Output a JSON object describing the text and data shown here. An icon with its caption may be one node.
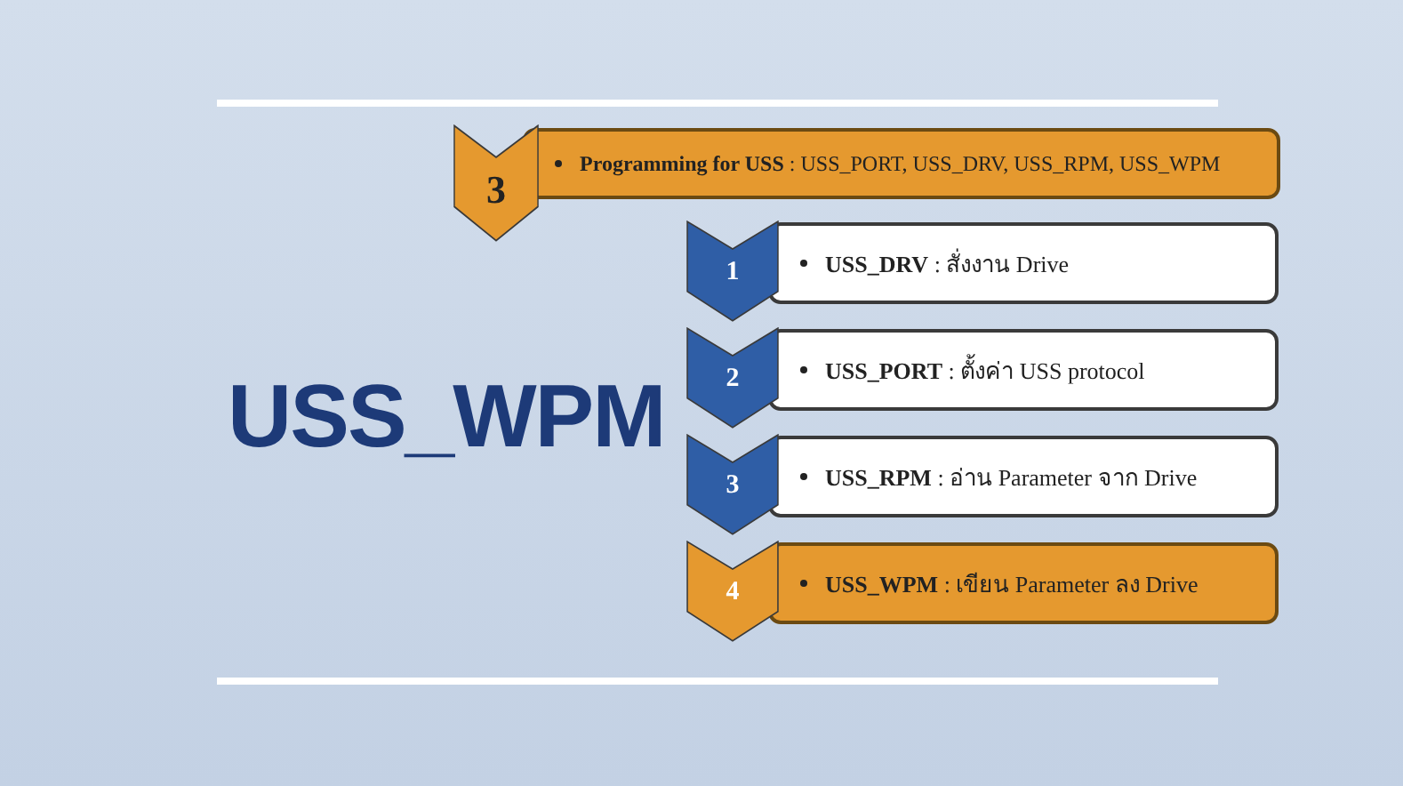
{
  "diagram": {
    "title": "USS_WPM",
    "nodes": [
      {
        "text": [
          "3"
        ]
      },
      {
        "text": [
          "**Programming for USS** : USS_PORT, USS_DRV, USS_RPM, USS_WPM"
        ]
      },
      {
        "text": [
          "1"
        ]
      },
      {
        "text": [
          "**USS_DRV** : สั่งงาน Drive"
        ]
      },
      {
        "text": [
          "2"
        ]
      },
      {
        "text": [
          "**USS_PORT** : ตั้งค่า USS protocol"
        ]
      },
      {
        "text": [
          "3"
        ]
      },
      {
        "text": [
          "**USS_RPM** : อ่าน Parameter จาก Drive"
        ]
      },
      {
        "text": [
          "4"
        ]
      },
      {
        "text": [
          "**USS_WPM** : เขียน Parameter ลง Drive"
        ]
      }
    ]
  }
}
